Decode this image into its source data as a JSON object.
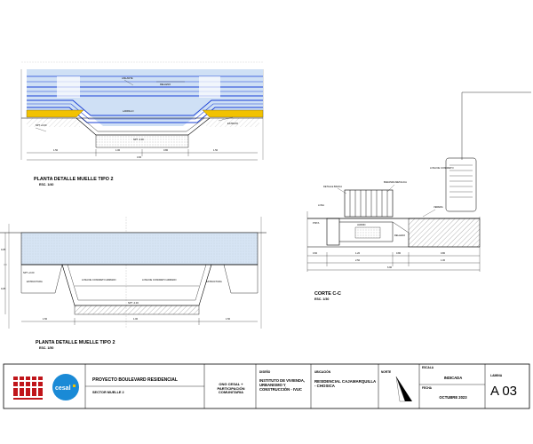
{
  "drawings": {
    "plan_1": {
      "title": "PLANTA DETALLE MUELLE TIPO 2",
      "scale": "ESC. 1/40",
      "labels": [
        "AISLANTE",
        "RELLENO",
        "LADRILLO",
        "NPT +0.00",
        "NPT -0.30",
        "ESTRATO"
      ],
      "dims": [
        "1.50",
        "1.50",
        "1.00",
        "0.80",
        "3.00"
      ]
    },
    "plan_2": {
      "title": "PLANTA DETALLE MUELLE TIPO 2",
      "scale": "ESC. 1/50",
      "labels": [
        "LOSA DE CONCRETO ARMADO",
        "LOSA DE CONCRETO ARMADO",
        "ESTRUCTURA",
        "ESTRUCTURA",
        "NPT +0.00",
        "NPT -0.30"
      ],
      "dims": [
        "0.25",
        "1.50",
        "1.00",
        "1.50",
        "0.25"
      ]
    },
    "section": {
      "title": "CORTE C-C",
      "scale": "ESC. 1/30",
      "labels": [
        "DETALLE BANCA",
        "BARANDA METALICA",
        "LOSA",
        "PISTA",
        "JARDIN",
        "RELLENO",
        "VEREDA",
        "LOSA DE CONCRETO"
      ],
      "dims": [
        "0.60",
        "1.20",
        "0.80",
        "0.80",
        "2.50",
        "1.00",
        "6.90"
      ]
    }
  },
  "title_block": {
    "logos": [
      "cesal"
    ],
    "project_label": "PROYECTO BOULEVARD RESIDENCIAL",
    "sector": "SECTOR MUELLE 2",
    "org": "ONG CESAL + PARTICIPACIÓN COMUNITARIA",
    "design_head": "DISEÑO",
    "design_text": "INSTITUTO DE VIVIENDA, URBANISMO Y CONSTRUCCIÓN - IVUC",
    "location_head": "UBICACIÓN",
    "location_text": "RESIDENCIAL CAJAMARQUILLA - CHOSICA",
    "north_head": "NORTE",
    "scale_head": "ESCALA",
    "scale_value": "INDICADA",
    "date_head": "FECHA",
    "date_value": "OCTUBRE 2023",
    "sheet_head": "LAMINA",
    "sheet_value": "A 03"
  },
  "colors": {
    "blue": "#1a3fd6",
    "light_blue": "#bcd4f2",
    "yellow": "#f2c200",
    "red": "#c0151a",
    "logo_blue": "#1a8ad6"
  }
}
